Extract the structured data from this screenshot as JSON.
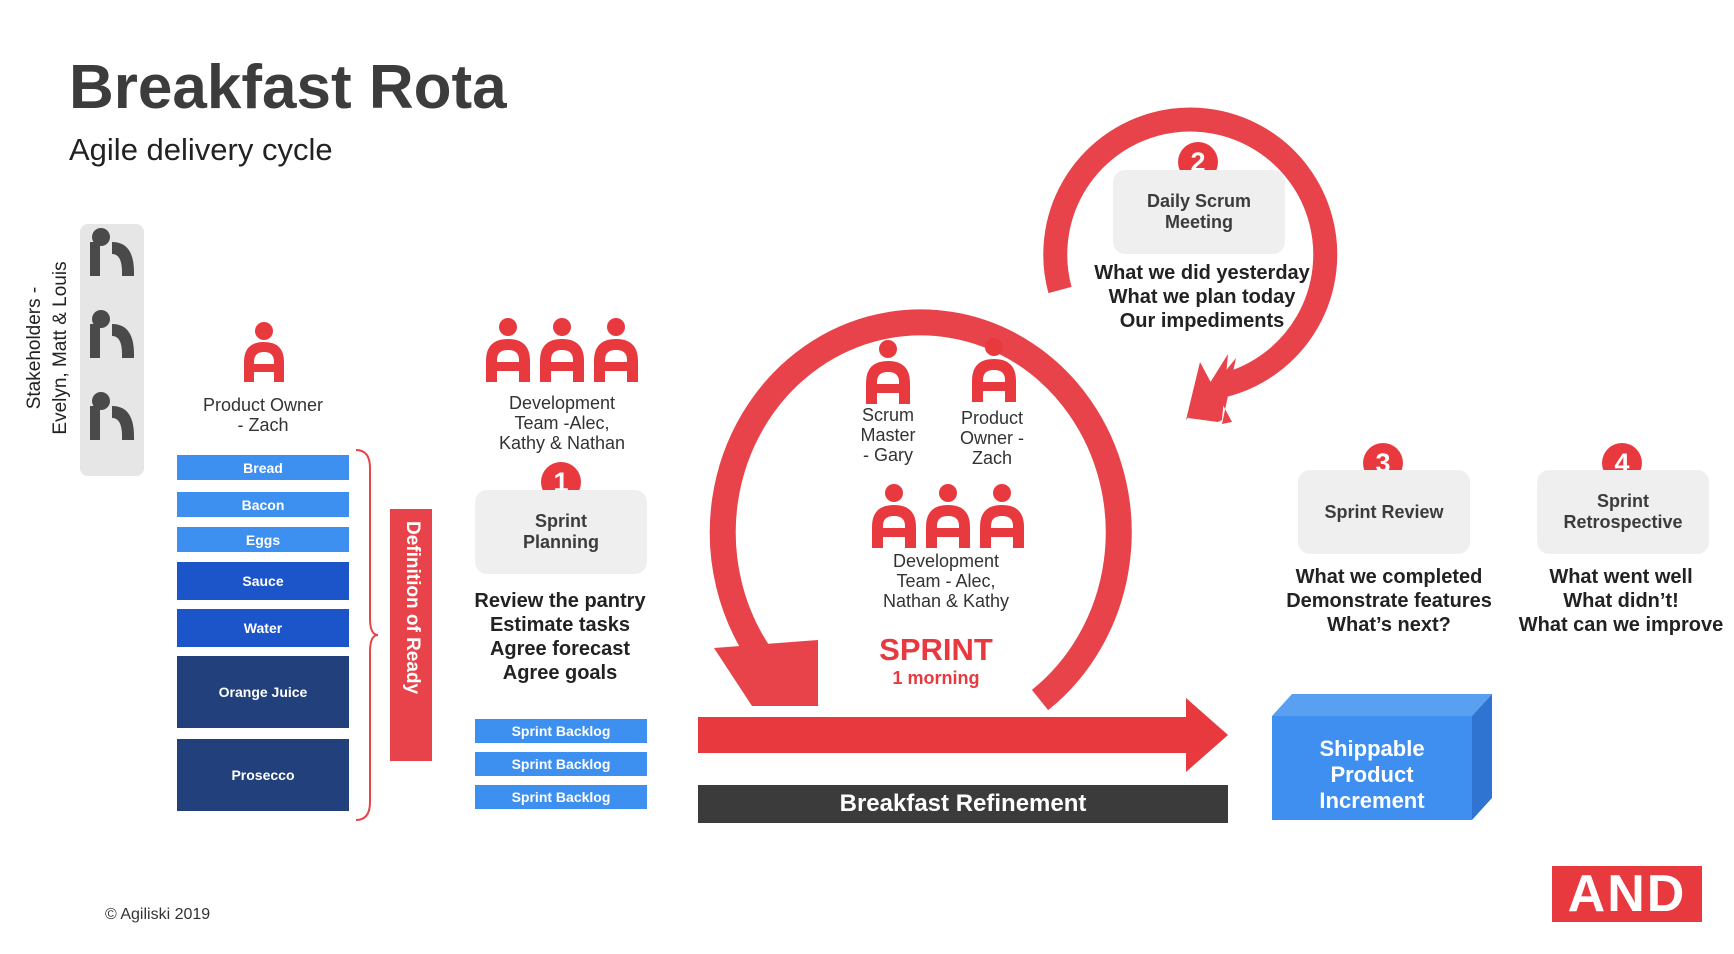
{
  "header": {
    "title": "Breakfast Rota",
    "subtitle": "Agile delivery cycle"
  },
  "stakeholders": {
    "line1": "Stakeholders -",
    "line2": "Evelyn, Matt & Louis",
    "icon": "stakeholder-person-icon"
  },
  "product_owner": {
    "line1": "Product Owner",
    "line2": "- Zach"
  },
  "backlog": [
    "Bread",
    "Bacon",
    "Eggs",
    "Sauce",
    "Water",
    "Orange Juice",
    "Prosecco"
  ],
  "definition_of_ready": "Definition of Ready",
  "dev_team_planning": {
    "line1": "Development",
    "line2": "Team -Alec,",
    "line3": "Kathy & Nathan"
  },
  "steps": {
    "step1": {
      "number": "1",
      "line1": "Sprint",
      "line2": "Planning",
      "details": [
        "Review the pantry",
        "Estimate tasks",
        "Agree forecast",
        "Agree goals"
      ]
    },
    "step2": {
      "number": "2",
      "line1": "Daily Scrum",
      "line2": "Meeting",
      "details": [
        "What we did yesterday",
        "What we plan today",
        "Our impediments"
      ]
    },
    "step3": {
      "number": "3",
      "label": "Sprint Review",
      "details": [
        "What we completed",
        "Demonstrate features",
        "What’s next?"
      ]
    },
    "step4": {
      "number": "4",
      "line1": "Sprint",
      "line2": "Retrospective",
      "details": [
        "What went well",
        "What didn’t!",
        "What can we improve"
      ]
    }
  },
  "sprint_backlog": [
    "Sprint Backlog",
    "Sprint Backlog",
    "Sprint Backlog"
  ],
  "sprint_cycle": {
    "scrum_master": {
      "line1": "Scrum",
      "line2": "Master",
      "line3": "- Gary"
    },
    "product_owner": {
      "line1": "Product",
      "line2": "Owner -",
      "line3": "Zach"
    },
    "dev_team": {
      "line1": "Development",
      "line2": "Team - Alec,",
      "line3": "Nathan & Kathy"
    },
    "sprint_label": "SPRINT",
    "sprint_duration": "1 morning"
  },
  "refinement": "Breakfast Refinement",
  "increment": {
    "line1": "Shippable",
    "line2": "Product",
    "line3": "Increment"
  },
  "footer": {
    "copyright": "© Agiliski 2019",
    "logo": "AND"
  },
  "colors": {
    "accent_red": "#e8393f",
    "blue_light": "#3d8ff0",
    "blue_mid": "#1c55c9",
    "blue_dark": "#22407c",
    "charcoal": "#3b3b3b"
  }
}
